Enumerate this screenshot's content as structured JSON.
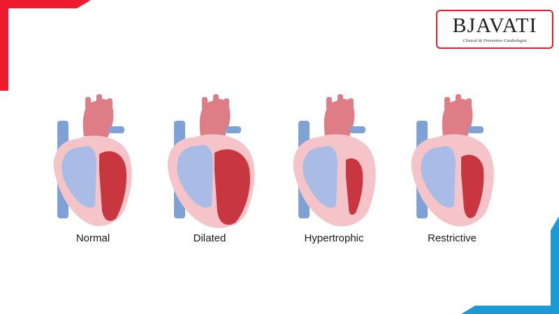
{
  "logo": {
    "wordmark": "BJAVATI",
    "tagline": "Clinical & Preventive Cardiologist"
  },
  "colors": {
    "accent_red": "#ee1c2e",
    "accent_blue": "#1b9ad6",
    "vessel_blue": "#7fa2d6",
    "chamber_blue": "#a9bce6",
    "aorta_pink": "#df7d86",
    "ventricle_red": "#c8363f",
    "pericardium_pink": "#f4c4c8"
  },
  "hearts": [
    {
      "label": "Normal",
      "wall": "normal-wall"
    },
    {
      "label": "Dilated",
      "wall": "thin-wall"
    },
    {
      "label": "Hypertrophic",
      "wall": "thick-wall"
    },
    {
      "label": "Restrictive",
      "wall": "stiff-wall"
    }
  ]
}
